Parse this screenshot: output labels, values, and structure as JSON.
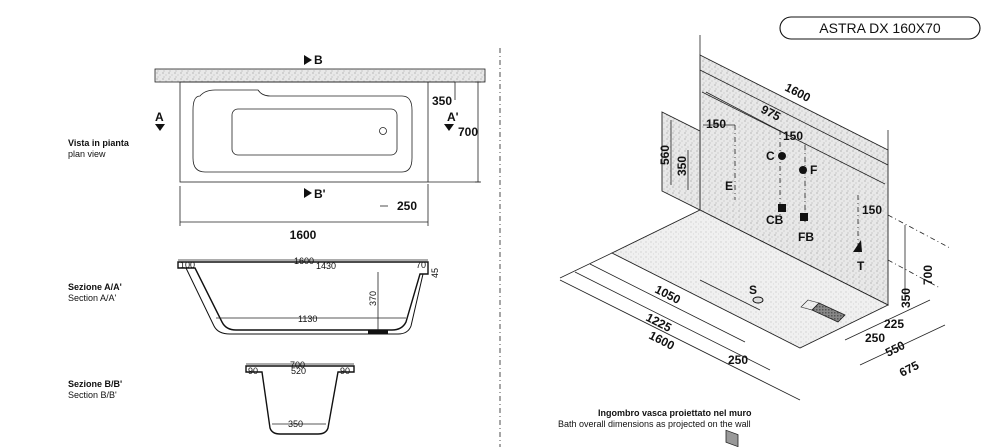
{
  "title_badge": "ASTRA DX 160X70",
  "plan": {
    "label_it": "Vista in pianta",
    "label_en": "plan view",
    "marker_b": "B",
    "marker_b_prime": "B'",
    "marker_a": "A",
    "marker_a_prime": "A'",
    "dim_350": "350",
    "dim_700": "700",
    "dim_250": "250",
    "dim_1600": "1600"
  },
  "section_a": {
    "label_it": "Sezione A/A'",
    "label_en": "Section A/A'",
    "dim_100": "100",
    "dim_1600": "1600",
    "dim_1430": "1430",
    "dim_70": "70",
    "dim_45": "45",
    "dim_370": "370",
    "dim_1130": "1130"
  },
  "section_b": {
    "label_it": "Sezione B/B'",
    "label_en": "Section B/B'",
    "dim_700": "700",
    "dim_90_left": "90",
    "dim_520": "520",
    "dim_90_right": "90",
    "dim_350": "350"
  },
  "iso": {
    "dim_975": "975",
    "dim_1600_top": "1600",
    "dim_150_a": "150",
    "dim_150_b": "150",
    "dim_150_c": "150",
    "dim_560": "560",
    "dim_350_v": "350",
    "label_c": "C",
    "label_f": "F",
    "label_e": "E",
    "label_cb": "CB",
    "label_fb": "FB",
    "label_t": "T",
    "label_s": "S",
    "dim_700": "700",
    "dim_350": "350",
    "dim_225": "225",
    "dim_250_right": "250",
    "dim_550": "550",
    "dim_675": "675",
    "dim_1050": "1050",
    "dim_1225": "1225",
    "dim_1600": "1600",
    "dim_250_bottom": "250",
    "caption_it": "Ingombro vasca proiettato nel muro",
    "caption_en": "Bath overall dimensions as projected on the wall"
  }
}
